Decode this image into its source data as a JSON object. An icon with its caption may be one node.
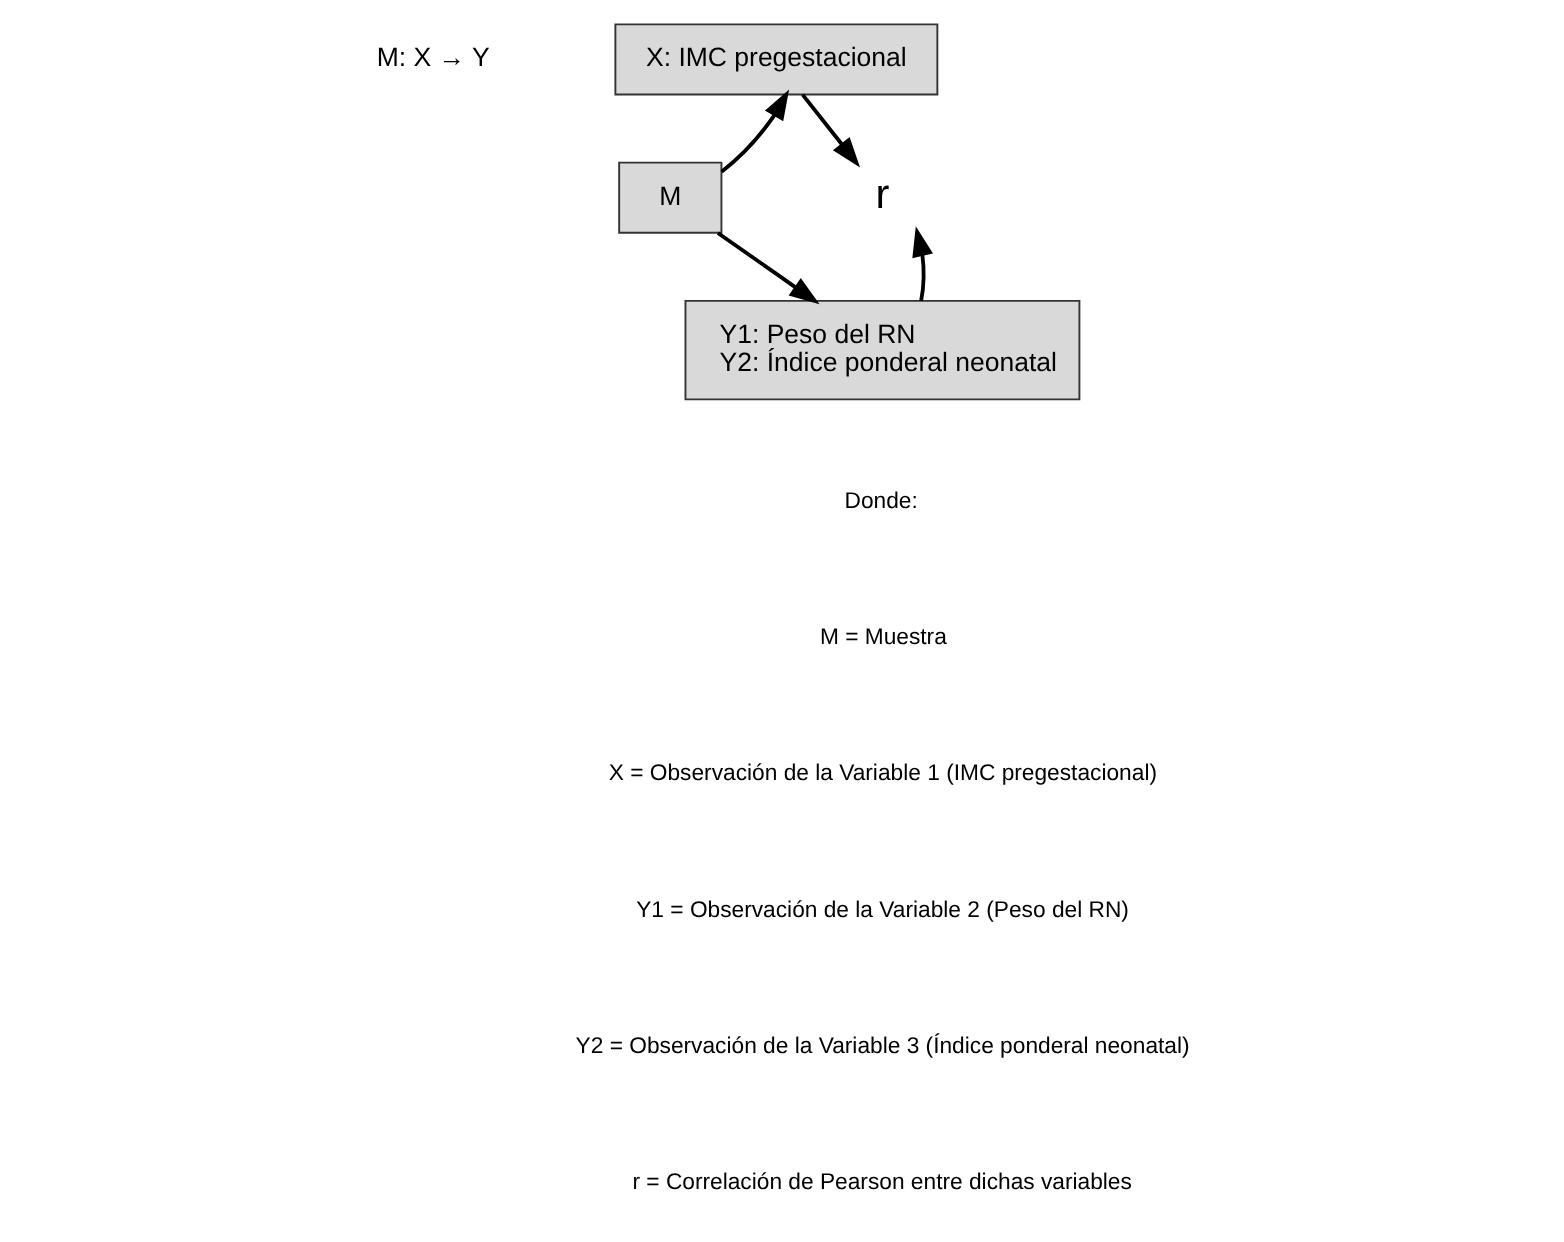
{
  "diagram": {
    "nodes": [
      {
        "text": [
          "M"
        ]
      },
      {
        "text": [
          "X: IMC pregestacional"
        ]
      },
      {
        "text": [
          "r"
        ]
      },
      {
        "text": [
          "Y1: Peso del RN",
          "Y2: Índice ponderal neonatal"
        ]
      }
    ],
    "edges": [
      {
        "from": 0,
        "to": 1,
        "arrow": "to"
      },
      {
        "from": 0,
        "to": 3,
        "arrow": "to"
      },
      {
        "from": 1,
        "to": 2,
        "arrow": "to"
      },
      {
        "from": 3,
        "to": 2,
        "arrow": "to"
      }
    ],
    "labels": [
      "M: X → Y",
      "Donde:",
      "M = Muestra",
      "X = Observación de la Variable 1 (IMC pregestacional)",
      "Y1 = Observación de la Variable 2 (Peso del RN)",
      "Y2 = Observación de la Variable 3 (Índice ponderal neonatal)",
      "r = Correlación de Pearson entre dichas variables"
    ]
  }
}
